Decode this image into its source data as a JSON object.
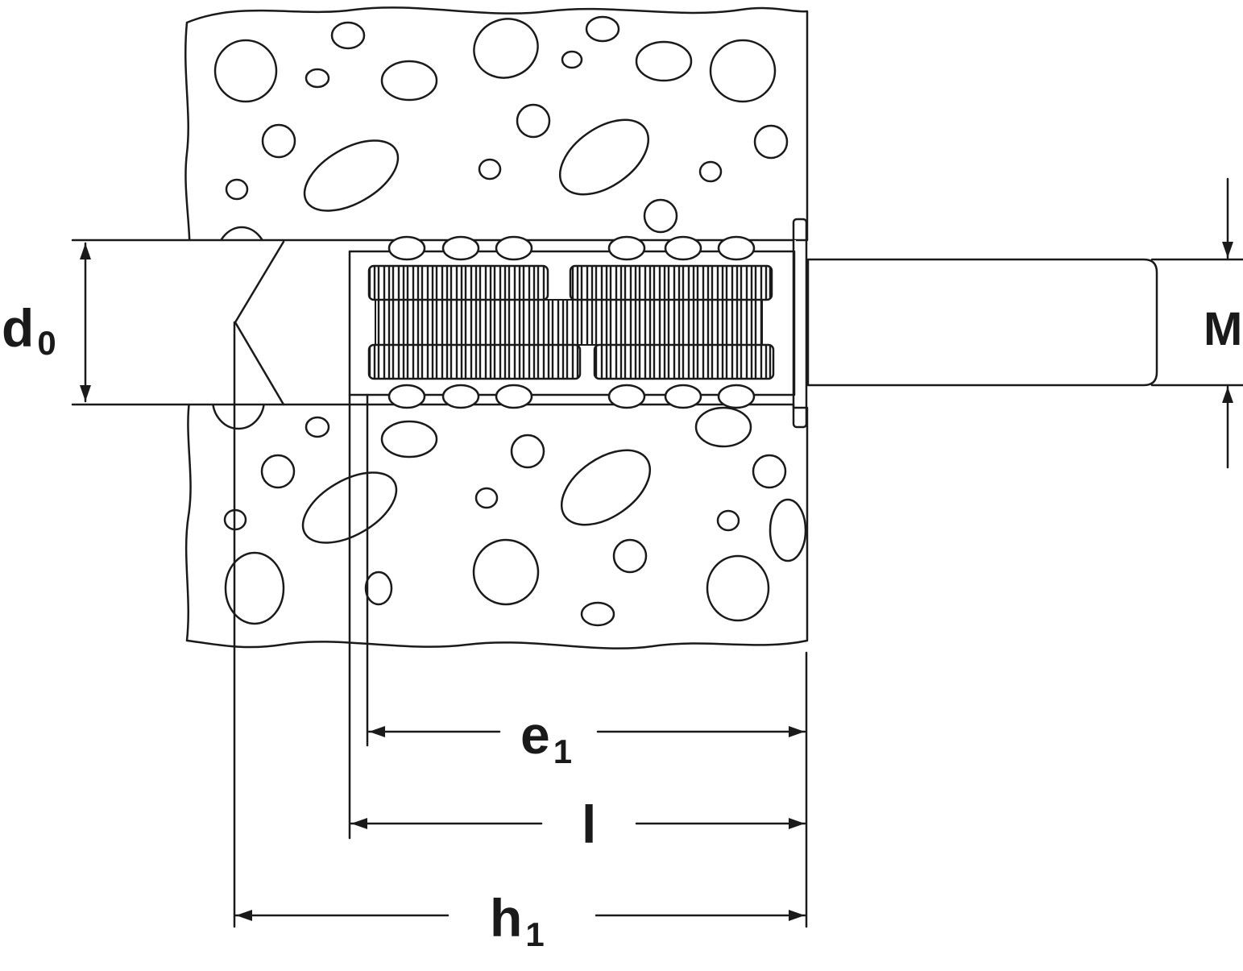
{
  "colors": {
    "ink": "#1a1a1a",
    "background": "#ffffff",
    "substrate": "#ffffff"
  },
  "labels": {
    "d0": {
      "main": "d",
      "sub": "0"
    },
    "M": {
      "main": "M",
      "sub": ""
    },
    "e1": {
      "main": "e",
      "sub": "1"
    },
    "l": {
      "main": "l",
      "sub": ""
    },
    "h1": {
      "main": "h",
      "sub": "1"
    }
  }
}
